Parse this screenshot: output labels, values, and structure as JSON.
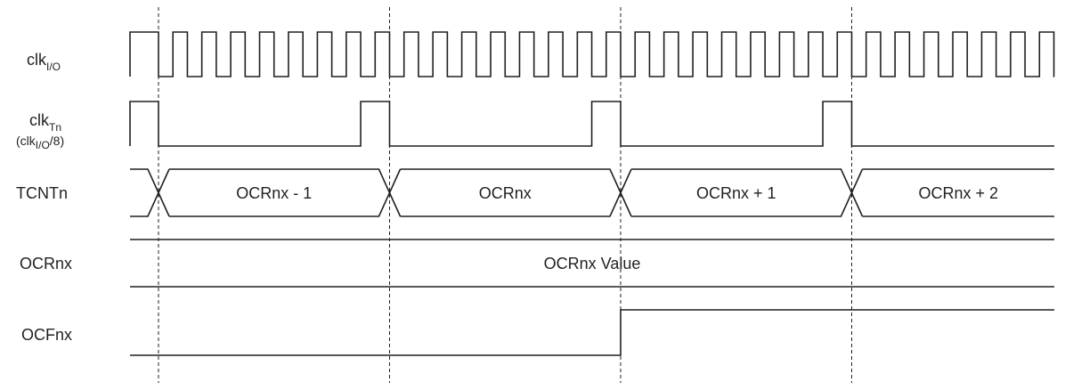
{
  "signals": {
    "clkio": {
      "base": "clk",
      "sub": "I/O"
    },
    "clktn": {
      "base": "clk",
      "sub": "Tn",
      "note_pre": "(clk",
      "note_sub": "I/O",
      "note_post": "/8)"
    },
    "tcntn": {
      "label": "TCNTn"
    },
    "ocrnx": {
      "label": "OCRnx"
    },
    "ocfnx": {
      "label": "OCFnx"
    }
  },
  "tcnt_values": [
    "OCRnx - 1",
    "OCRnx",
    "OCRnx + 1",
    "OCRnx + 2"
  ],
  "ocrnx_value": "OCRnx Value",
  "clock": {
    "prescaler": 8,
    "io_cycles_shown": 32
  },
  "ocf_set_at_period": 2,
  "colors": {
    "line": "#231f20",
    "background": "#ffffff"
  }
}
